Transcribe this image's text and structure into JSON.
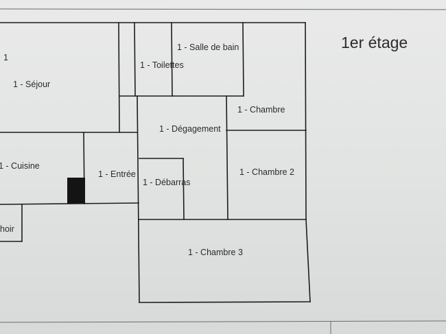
{
  "plan": {
    "title": "1er étage",
    "stray_label": "1",
    "rooms": {
      "sejour": "1 - Séjour",
      "toilettes": "1 - Toilettes",
      "salle_de_bain": "1 - Salle de bain",
      "chambre": "1 - Chambre",
      "degagement": "1 - Dégagement",
      "cuisine": "1 - Cuisine",
      "entree": "1 - Entrée",
      "debarras": "1 - Débarras",
      "chambre_2": "1 - Chambre 2",
      "chambre_3": "1 - Chambre 3",
      "partial_room": "hoir"
    },
    "colors": {
      "wall": "#1c1c1c",
      "text": "#2a2a2a",
      "paper": "#e4e6e5",
      "fixture": "#141414"
    }
  }
}
